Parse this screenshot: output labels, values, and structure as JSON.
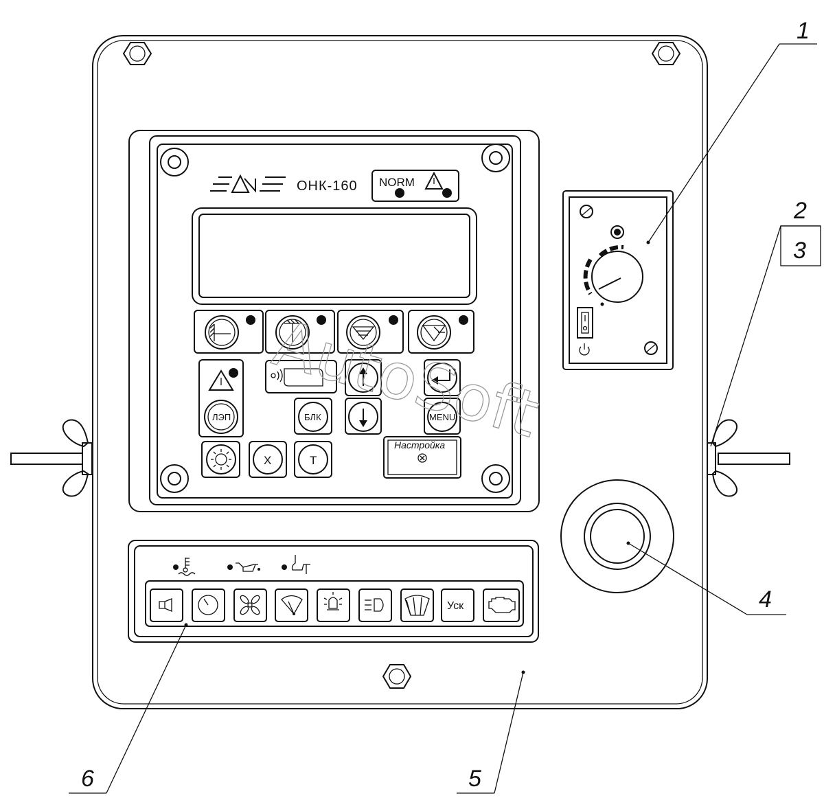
{
  "display": {
    "model": "ОНК-160",
    "status_normal": "NORM",
    "status_warning_symbol": "⚠"
  },
  "keys": {
    "lep": "ЛЭП",
    "blk": "БЛК",
    "menu": "MENU",
    "x": "X",
    "t": "T",
    "settings": "Настройка",
    "usk": "Уск"
  },
  "callouts": {
    "c1": "1",
    "c2": "2",
    "c3": "3",
    "c4": "4",
    "c5": "5",
    "c6": "6"
  },
  "watermark": "AutoSoft",
  "icons": [
    "bolt-icon",
    "warning-icon",
    "boom-angle-icon",
    "boom-vertical-icon",
    "outrigger-icon",
    "level-icon",
    "horn-icon",
    "arrow-up-icon",
    "arrow-down-icon",
    "enter-icon",
    "light-icon",
    "coolant-temp-icon",
    "oil-pressure-icon",
    "air-pressure-icon",
    "speedometer-icon",
    "fan-icon",
    "wiper-icon",
    "beacon-icon",
    "headlight-icon",
    "engine-icon",
    "power-icon",
    "toggle-switch-icon",
    "rotary-knob-icon",
    "wing-nut-icon"
  ]
}
